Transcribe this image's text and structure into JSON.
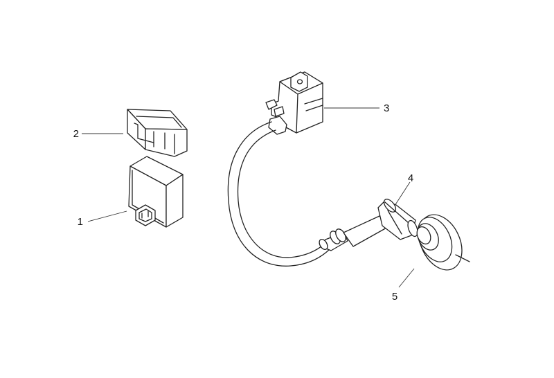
{
  "diagram": {
    "callouts": [
      {
        "id": "1",
        "text": "1"
      },
      {
        "id": "2",
        "text": "2"
      },
      {
        "id": "3",
        "text": "3"
      },
      {
        "id": "4",
        "text": "4"
      },
      {
        "id": "5",
        "text": "5"
      }
    ],
    "colors": {
      "line": "#222222",
      "background": "#ffffff"
    }
  }
}
